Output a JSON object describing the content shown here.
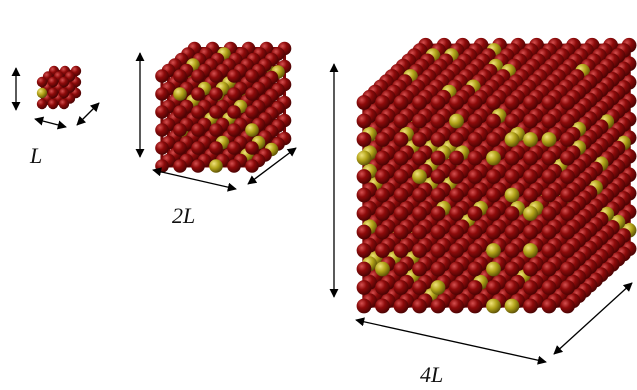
{
  "figure": {
    "colors": {
      "atom": "#8e0b0b",
      "atom_dark": "#4a0303",
      "atom_light": "#d65050",
      "dopant": "#b3a319",
      "bond": "#7a0808",
      "arrow": "#000000"
    },
    "cubes": [
      {
        "label": "L",
        "multiplier": 1
      },
      {
        "label": "2L",
        "multiplier": 2
      },
      {
        "label": "4L",
        "multiplier": 4
      }
    ]
  }
}
